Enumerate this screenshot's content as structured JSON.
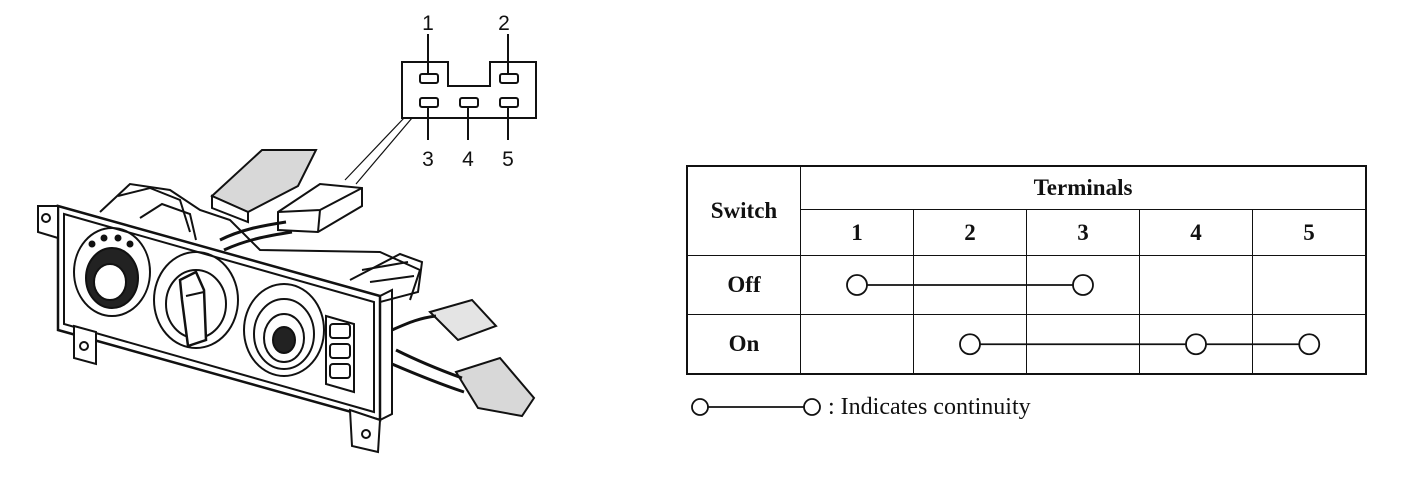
{
  "connector": {
    "pins_top": [
      "1",
      "2"
    ],
    "pins_bottom": [
      "3",
      "4",
      "5"
    ]
  },
  "table": {
    "switch_header": "Switch",
    "terminals_header": "Terminals",
    "terminals": [
      "1",
      "2",
      "3",
      "4",
      "5"
    ],
    "rows": [
      {
        "label": "Off",
        "continuity": [
          "1",
          "3"
        ]
      },
      {
        "label": "On",
        "continuity": [
          "2",
          "4",
          "5"
        ]
      }
    ]
  },
  "legend": {
    "text": ": Indicates continuity"
  },
  "colors": {
    "ink": "#111111",
    "paper": "#ffffff"
  }
}
